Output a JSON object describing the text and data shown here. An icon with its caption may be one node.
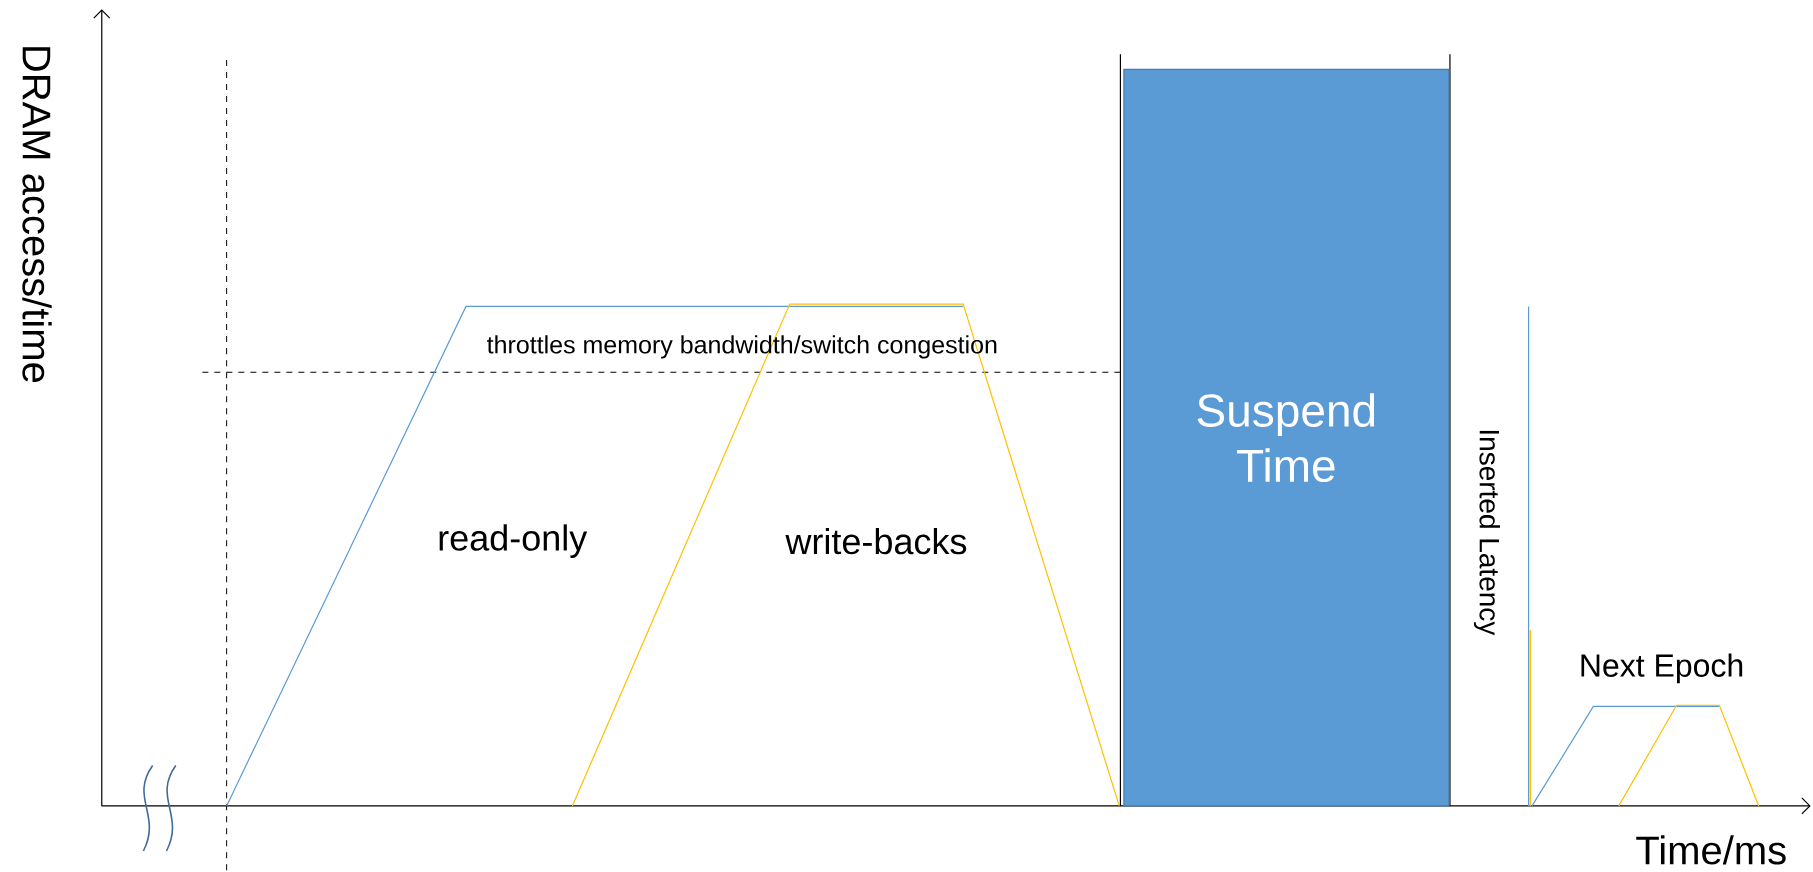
{
  "diagram": {
    "nodes": [
      {
        "text": [
          "Suspend Time"
        ]
      }
    ],
    "labels": [
      "DRAM access/time",
      "throttles memory bandwidth/switch congestion",
      "read-only",
      "write-backs",
      "Inserted Latency",
      "Next Epoch",
      "Time/ms"
    ]
  }
}
